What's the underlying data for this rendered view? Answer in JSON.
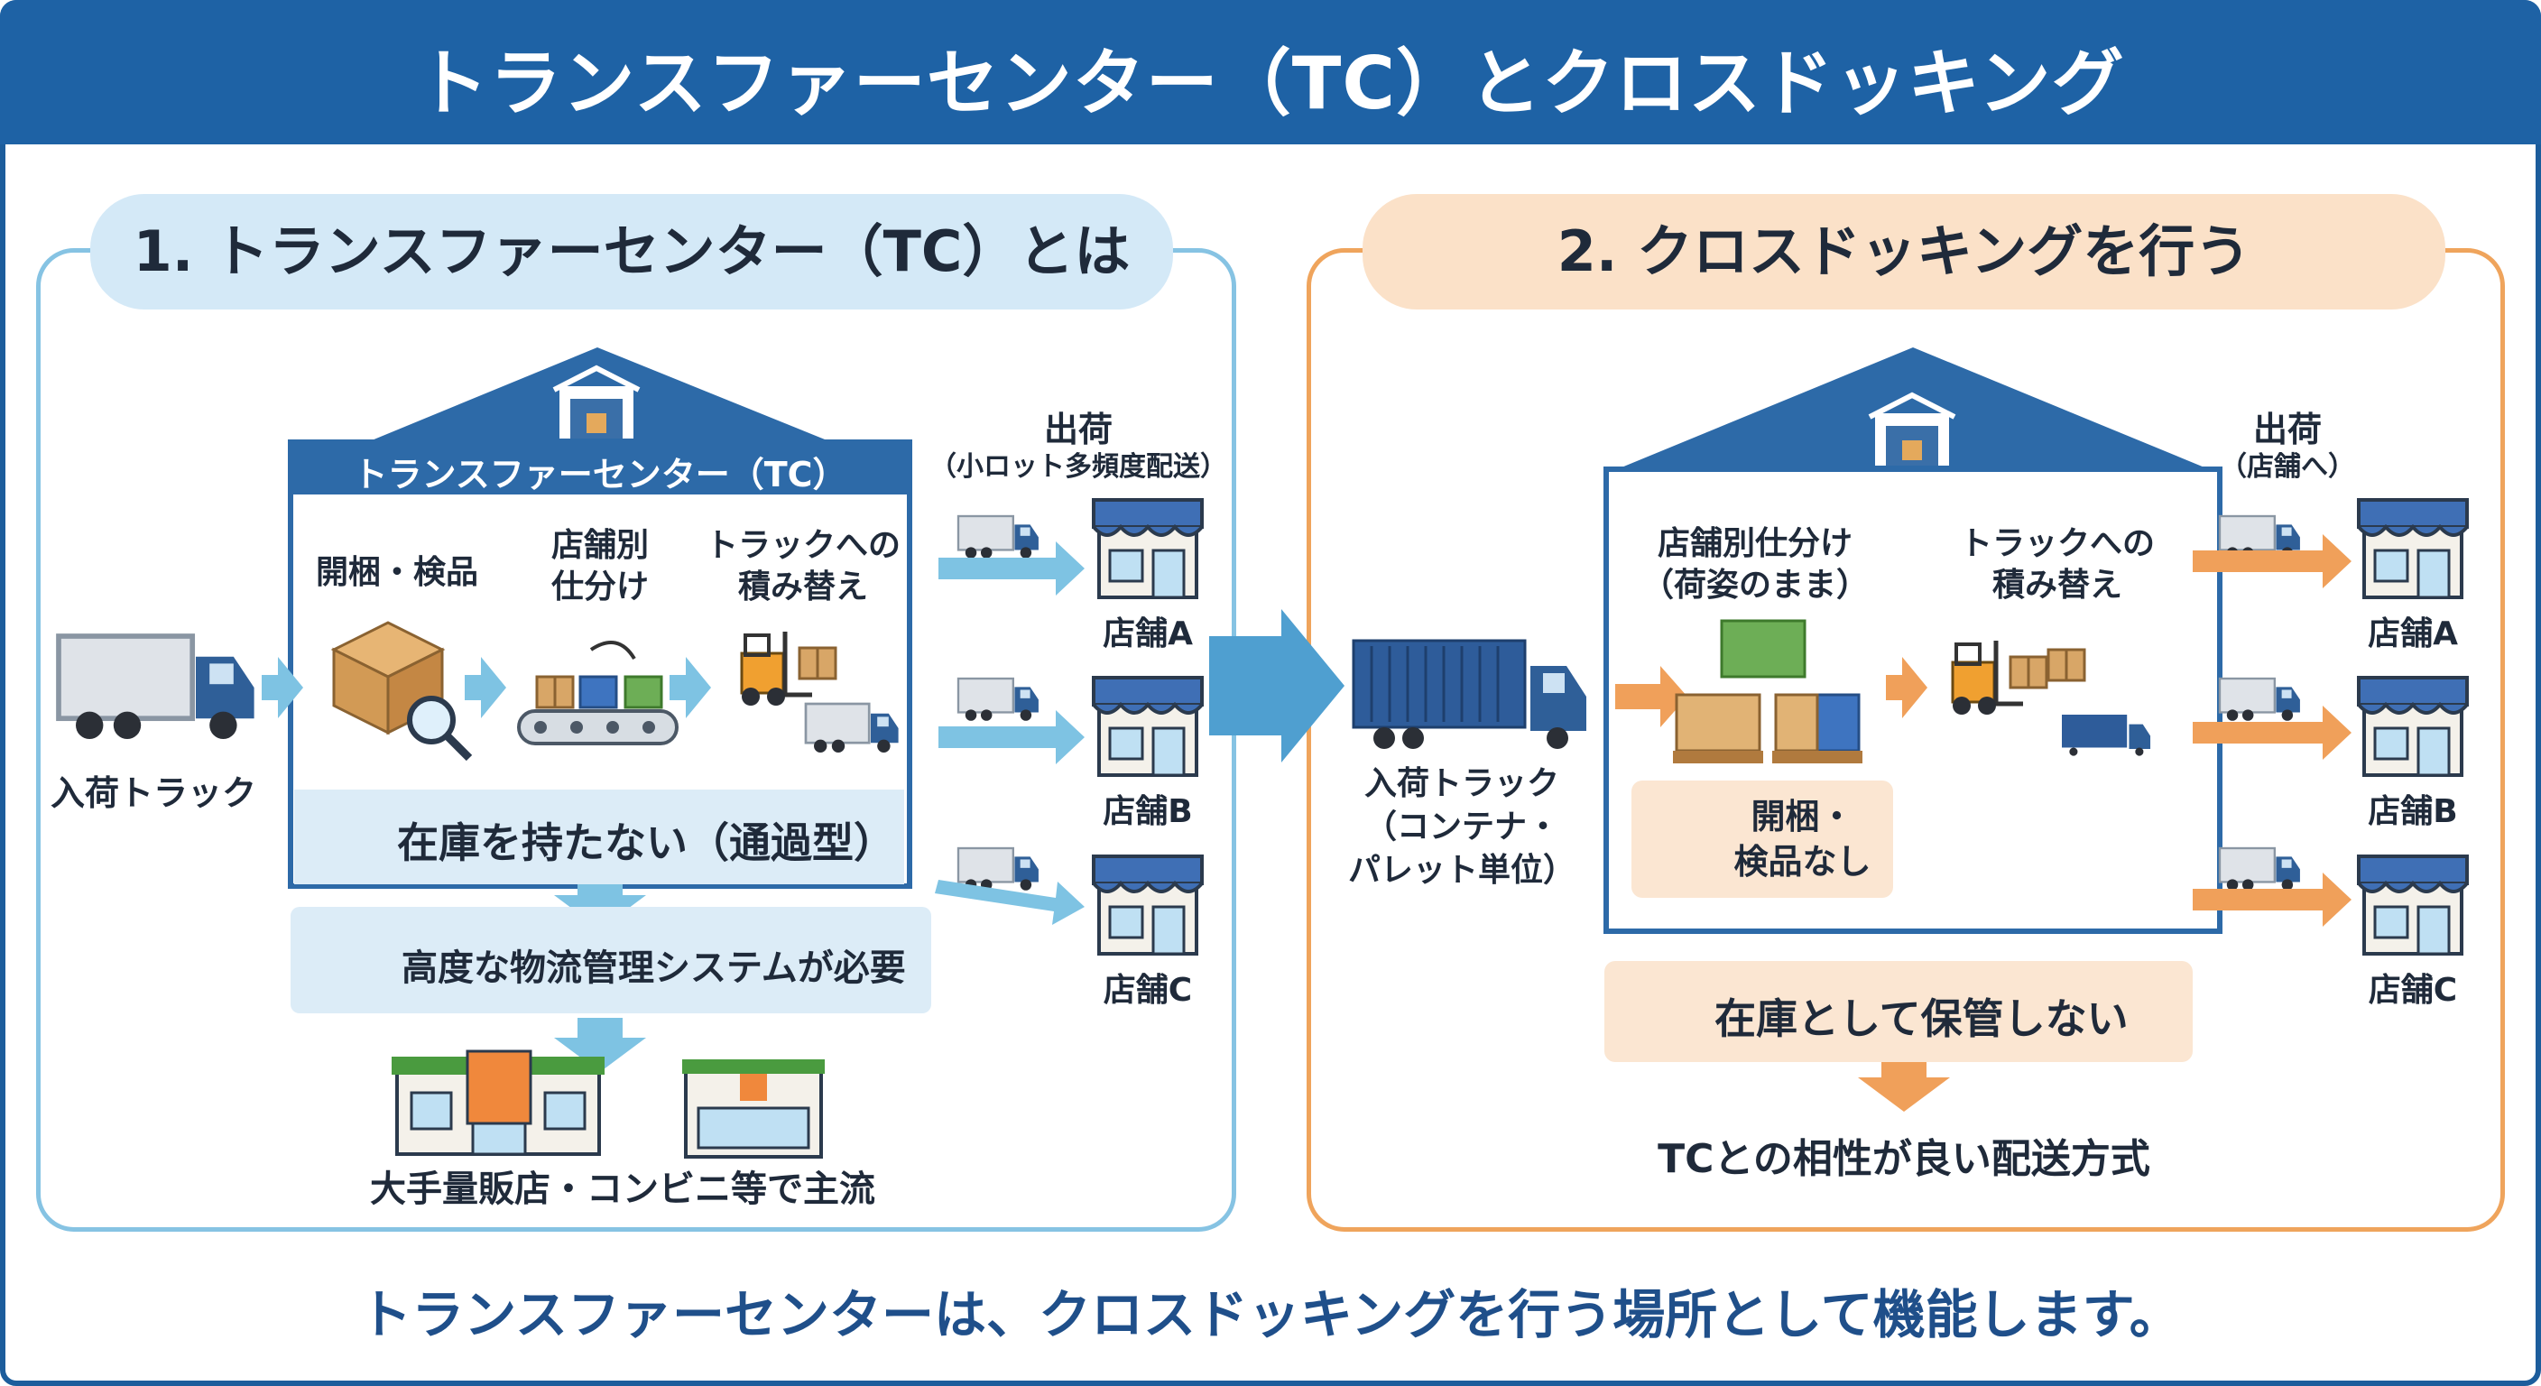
{
  "title": "トランスファーセンター（TC）とクロスドッキング",
  "left": {
    "heading": "1. トランスファーセンター（TC）とは",
    "building_label": "トランスファーセンター（TC）",
    "steps": [
      "開梱・検品",
      "店舗別\n仕分け",
      "トラックへの\n積み替え"
    ],
    "inbound_label": "入荷トラック",
    "no_inventory": "在庫を持たない（通過型）",
    "system": "高度な物流管理システムが必要",
    "mainstream": "大手量販店・コンビニ等で主流",
    "shipping_title": "出荷",
    "shipping_sub": "（小ロット多頻度配送）",
    "stores": [
      "店舗A",
      "店舗B",
      "店舗C"
    ]
  },
  "right": {
    "heading": "2. クロスドッキングを行う",
    "steps": [
      "店舗別仕分け\n（荷姿のまま）",
      "トラックへの\n積み替え"
    ],
    "inbound_label": "入荷トラック\n（コンテナ・\nパレット単位）",
    "no_inspection": "開梱・\n検品なし",
    "no_storage": "在庫として保管しない",
    "compat": "TCとの相性が良い配送方式",
    "shipping_title": "出荷",
    "shipping_sub": "（店舗へ）",
    "stores": [
      "店舗A",
      "店舗B",
      "店舗C"
    ]
  },
  "footer": "トランスファーセンターは、クロスドッキングを行う場所として機能します。",
  "colors": {
    "header_blue": "#1e62a5",
    "house_blue": "#2d6aa8",
    "light_blue_arrow": "#7ec3e3",
    "orange_arrow": "#f0a05a",
    "store_awning": "#3f6fb5"
  },
  "icons": [
    "truck-icon",
    "box-icon",
    "magnifier-icon",
    "conveyor-icon",
    "forklift-icon",
    "store-icon",
    "warehouse-icon",
    "computer-icon",
    "supermarket-icon",
    "convenience-store-icon",
    "container-truck-icon"
  ]
}
